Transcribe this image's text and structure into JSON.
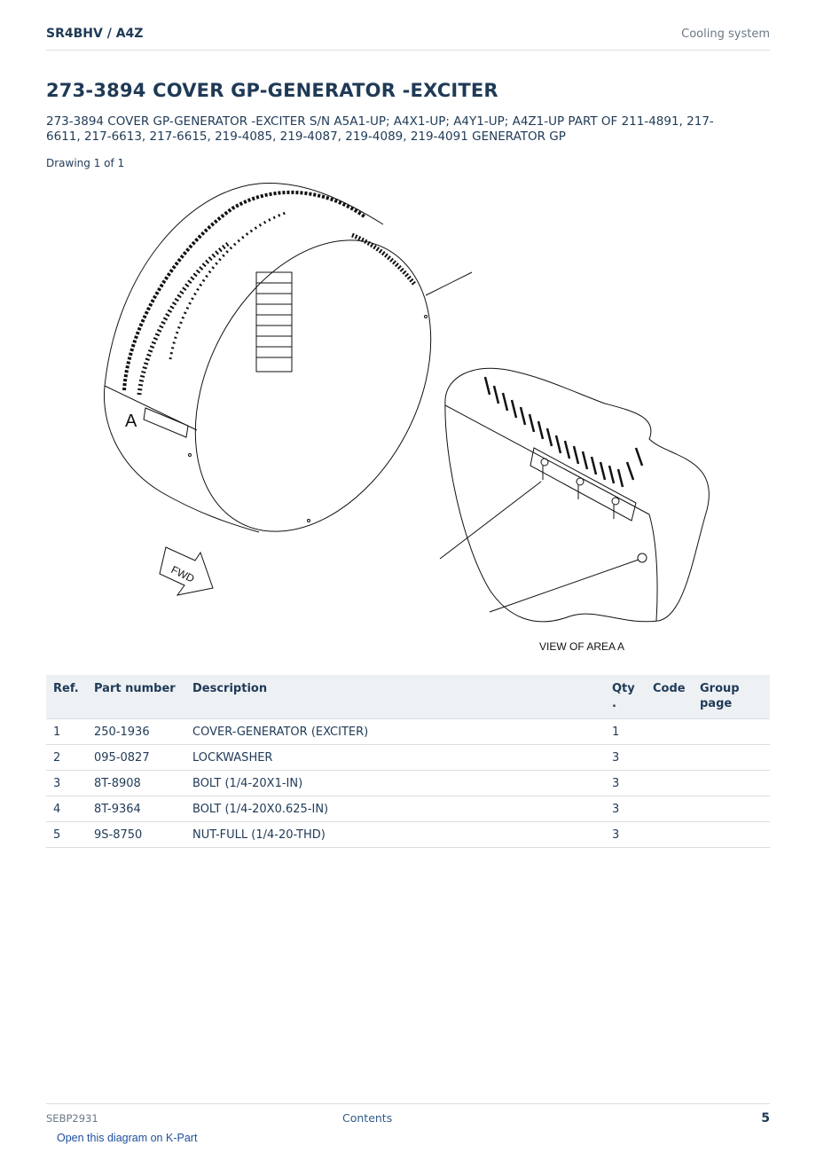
{
  "header": {
    "model": "SR4BHV  /  A4Z",
    "section": "Cooling system"
  },
  "title": "273-3894 COVER GP-GENERATOR -EXCITER",
  "subtitle": "273-3894 COVER GP-GENERATOR -EXCITER S/N A5A1-UP; A4X1-UP; A4Y1-UP; A4Z1-UP PART OF 211-4891, 217-6611, 217-6613, 217-6615, 219-4085, 219-4087, 219-4089, 219-4091 GENERATOR GP",
  "drawing_count": "Drawing 1 of 1",
  "diagram": {
    "label_area": "A",
    "label_fwd": "FWD",
    "caption": "VIEW OF AREA A"
  },
  "table": {
    "headers": [
      "Ref.",
      "Part number",
      "Description",
      "Qty\n.",
      "Code",
      "Group\npage"
    ],
    "rows": [
      [
        "1",
        "250-1936",
        "COVER-GENERATOR (EXCITER)",
        "1",
        "",
        ""
      ],
      [
        "2",
        "095-0827",
        "LOCKWASHER",
        "3",
        "",
        ""
      ],
      [
        "3",
        "8T-8908",
        "BOLT (1/4-20X1-IN)",
        "3",
        "",
        ""
      ],
      [
        "4",
        "8T-9364",
        "BOLT (1/4-20X0.625-IN)",
        "3",
        "",
        ""
      ],
      [
        "5",
        "9S-8750",
        "NUT-FULL (1/4-20-THD)",
        "3",
        "",
        ""
      ]
    ]
  },
  "footer": {
    "doc": "SEBP2931",
    "contents": "Contents",
    "page": "5"
  },
  "kpart_link": "Open this diagram on K-Part"
}
